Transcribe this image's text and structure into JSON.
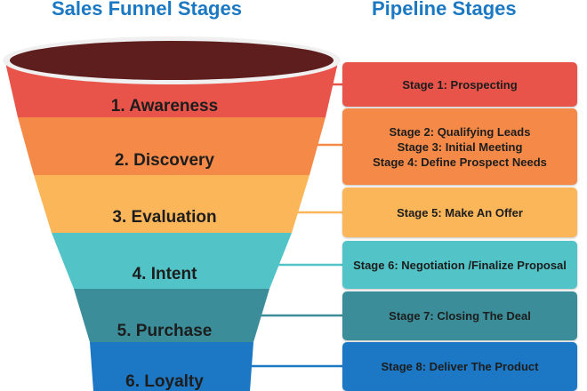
{
  "headings": {
    "funnel": "Sales Funnel Stages",
    "pipeline": "Pipeline Stages"
  },
  "funnel": {
    "stages": [
      {
        "label": "1. Awareness",
        "color": "#e8544a"
      },
      {
        "label": "2. Discovery",
        "color": "#f58a48"
      },
      {
        "label": "3. Evaluation",
        "color": "#fbb65a"
      },
      {
        "label": "4. Intent",
        "color": "#52c4c7"
      },
      {
        "label": "5. Purchase",
        "color": "#3b8e99"
      },
      {
        "label": "6. Loyalty",
        "color": "#1c78c4"
      }
    ],
    "rim_color": "#5e1e1d"
  },
  "pipeline": {
    "boxes": [
      {
        "text": "Stage 1: Prospecting",
        "color": "#e8544a",
        "connects_to": 1
      },
      {
        "text": "Stage 2: Qualifying Leads\nStage 3: Initial Meeting\nStage 4: Define Prospect Needs",
        "color": "#f58a48",
        "connects_to": 2
      },
      {
        "text": "Stage 5: Make An Offer",
        "color": "#fbb65a",
        "connects_to": 3
      },
      {
        "text": "Stage 6: Negotiation /Finalize Proposal",
        "color": "#52c4c7",
        "connects_to": 4
      },
      {
        "text": "Stage 7: Closing The Deal",
        "color": "#3b8e99",
        "connects_to": 5
      },
      {
        "text": "Stage 8: Deliver The Product",
        "color": "#1c78c4",
        "connects_to": 6
      }
    ]
  }
}
